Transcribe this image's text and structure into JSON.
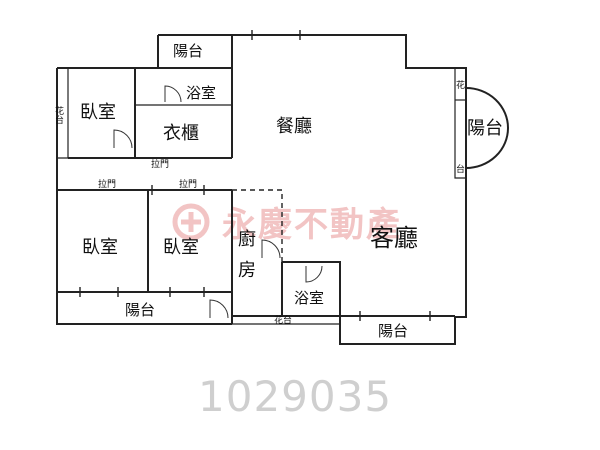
{
  "rooms": {
    "balcony_top": "陽台",
    "bathroom_upper": "浴室",
    "bedroom_top_left": "臥室",
    "planter_left": "花台",
    "closet": "衣櫃",
    "dining": "餐廳",
    "balcony_round": "陽台",
    "planter_right_top": "花",
    "planter_right_bottom": "台",
    "sliding_door_closet": "拉門",
    "sliding_door_left": "拉門",
    "sliding_door_mid": "拉門",
    "bedroom_left": "臥室",
    "bedroom_mid": "臥室",
    "kitchen_top": "廚",
    "kitchen_bottom": "房",
    "living": "客廳",
    "bathroom_lower": "浴室",
    "balcony_bottom_left": "陽台",
    "planter_bottom": "花台",
    "balcony_bottom_right": "陽台"
  },
  "watermark": {
    "brand": "永慶不動產"
  },
  "listing_number": "1029035",
  "colors": {
    "wall": "#222222",
    "watermark": "#f2c4c4",
    "listing_number": "#cfcfcf"
  }
}
